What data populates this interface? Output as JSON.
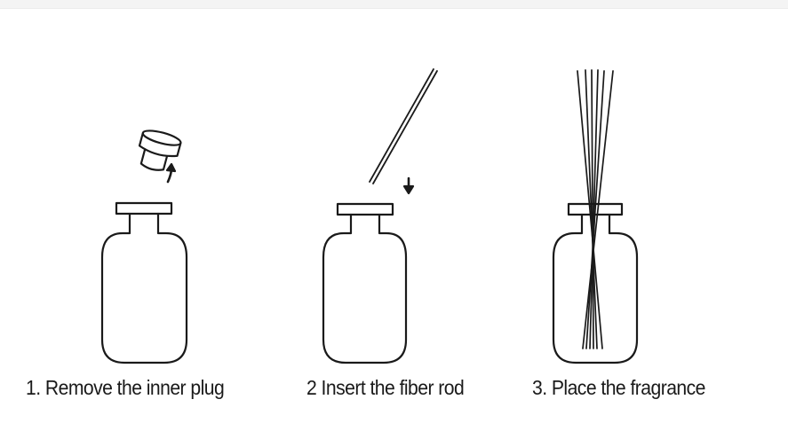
{
  "steps": [
    {
      "number": "1",
      "label": "1. Remove the inner plug",
      "illustration": "bottle-with-plug-removed"
    },
    {
      "number": "2",
      "label": "2 Insert the fiber rod",
      "illustration": "bottle-with-rod-inserting"
    },
    {
      "number": "3",
      "label": "3. Place the fragrance",
      "illustration": "bottle-with-reeds"
    }
  ],
  "colors": {
    "stroke": "#1a1a1a",
    "background": "#ffffff",
    "topbar": "#f4f4f4"
  }
}
